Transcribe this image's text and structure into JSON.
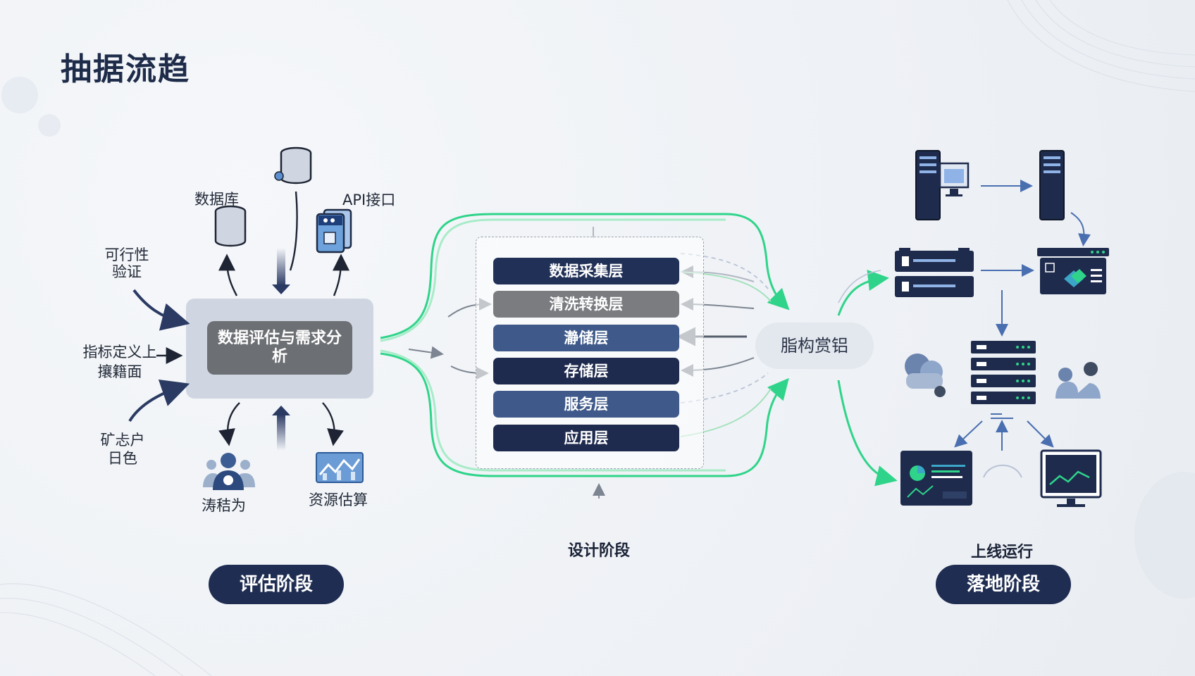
{
  "title": "抽据流趋",
  "evaluation": {
    "inputs": {
      "feasibility": "可行性\n验证",
      "metrics": "指标定义上\n攘籍面",
      "user": "矿忐户\n日色"
    },
    "sources": {
      "database": "数据库",
      "api": "API接口"
    },
    "core": "数据评估与需求分析",
    "outputs": {
      "behavior": "涛秸为",
      "resource": "资源估算"
    },
    "pill": "评估阶段"
  },
  "design": {
    "layers": [
      {
        "label": "数据采集层",
        "color": "#213057"
      },
      {
        "label": "清洗转换层",
        "color": "#7a7c80"
      },
      {
        "label": "瀞储层",
        "color": "#3f5a8a"
      },
      {
        "label": "存储层",
        "color": "#1f2b4e"
      },
      {
        "label": "服务层",
        "color": "#3f5a8a"
      },
      {
        "label": "应用层",
        "color": "#1f2b4e"
      }
    ],
    "stage_title": "设计阶段"
  },
  "deploy": {
    "arch_node": "脂构赏铝",
    "stage_title": "上线运行",
    "pill": "落地阶段"
  },
  "colors": {
    "accent_green": "#2fd48a",
    "navy": "#1f2d52",
    "arrow_dark": "#2b3a63"
  }
}
